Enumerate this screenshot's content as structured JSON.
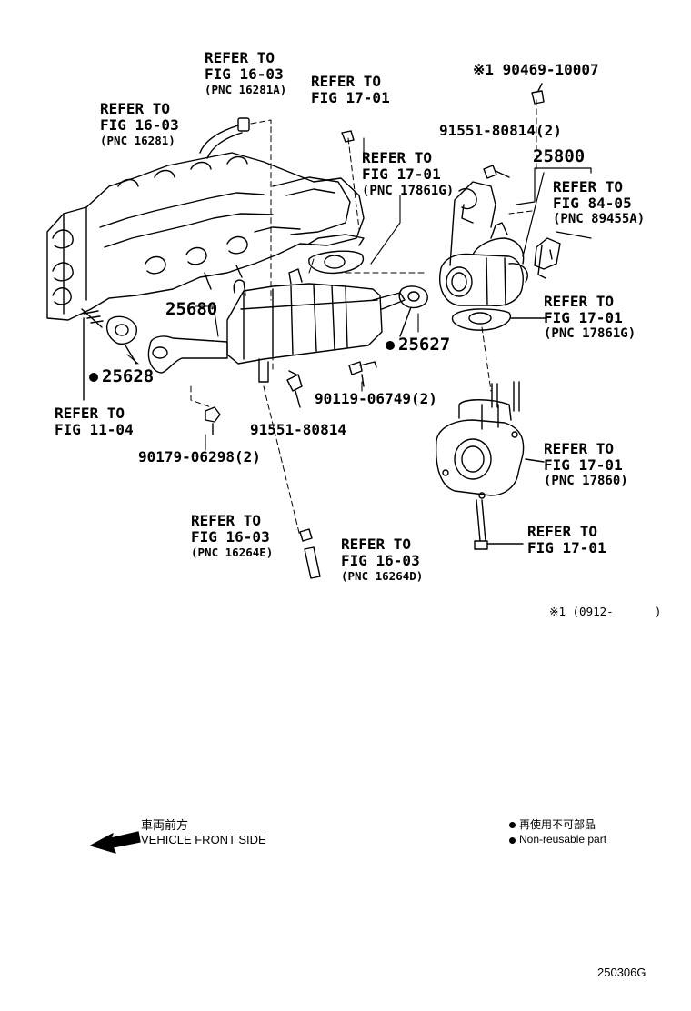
{
  "refs": {
    "r1": {
      "l1": "REFER TO",
      "l2": "FIG 16-03",
      "pnc": "(PNC 16281A)"
    },
    "r2": {
      "l1": "REFER TO",
      "l2": "FIG 16-03",
      "pnc": "(PNC 16281)"
    },
    "r3": {
      "l1": "REFER TO",
      "l2": "FIG 17-01"
    },
    "r4": {
      "l1": "REFER TO",
      "l2": "FIG 17-01",
      "pnc": "(PNC 17861G)"
    },
    "r5": {
      "l1": "REFER TO",
      "l2": "FIG 84-05",
      "pnc": "(PNC 89455A)"
    },
    "r6": {
      "l1": "REFER TO",
      "l2": "FIG 17-01",
      "pnc": "(PNC 17861G)"
    },
    "r7": {
      "l1": "REFER TO",
      "l2": "FIG 11-04"
    },
    "r8": {
      "l1": "REFER TO",
      "l2": "FIG 17-01",
      "pnc": "(PNC 17860)"
    },
    "r9": {
      "l1": "REFER TO",
      "l2": "FIG 16-03",
      "pnc": "(PNC 16264E)"
    },
    "r10": {
      "l1": "REFER TO",
      "l2": "FIG 16-03",
      "pnc": "(PNC 16264D)"
    },
    "r11": {
      "l1": "REFER TO",
      "l2": "FIG 17-01"
    }
  },
  "parts": {
    "p90469": "※1 90469-10007",
    "p91551a": "91551-80814(2)",
    "p25800": "25800",
    "p25680": "25680",
    "p25627": "25627",
    "p25628": "25628",
    "p90119": "90119-06749(2)",
    "p91551b": "91551-80814",
    "p90179": "90179-06298(2)"
  },
  "note_range": "※1 (0912-      )",
  "legend": {
    "front_jp": "車両前方",
    "front_en": "VEHICLE FRONT SIDE",
    "nonreuse_jp": "再使用不可部品",
    "nonreuse_en": "Non-reusable part"
  },
  "figure_code": "250306G",
  "colors": {
    "ink": "#000000",
    "paper": "#ffffff"
  }
}
